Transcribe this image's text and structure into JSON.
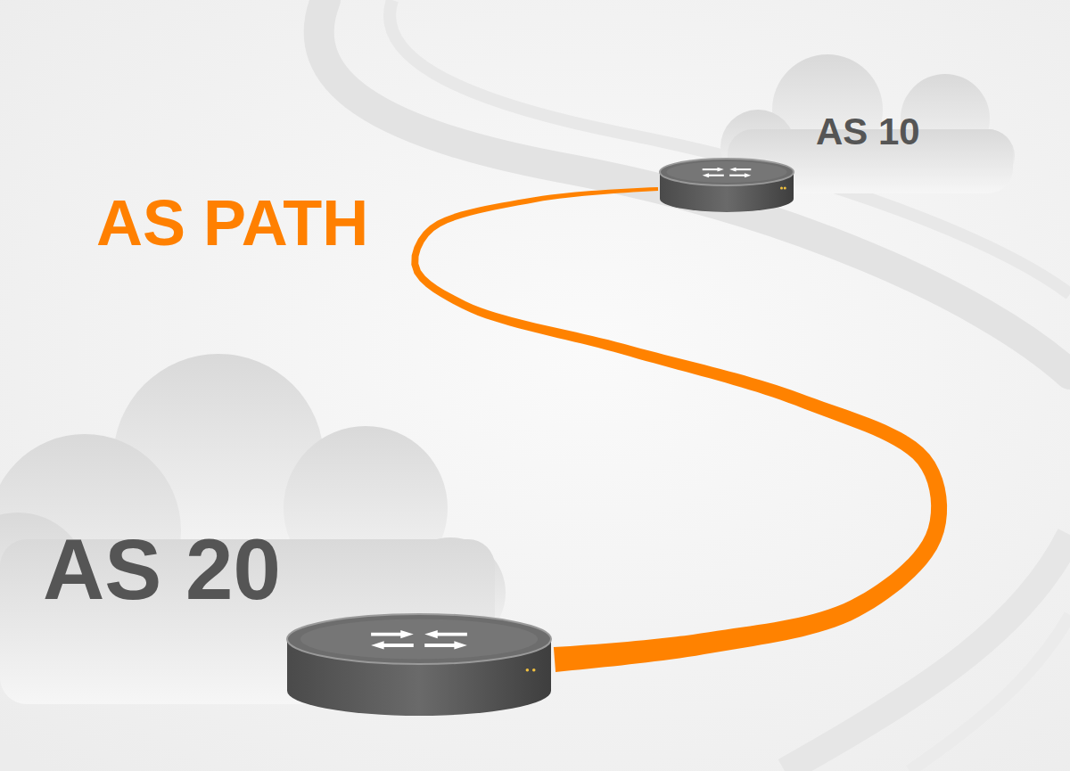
{
  "diagram": {
    "nodes": [
      {
        "text": [
          "AS 10"
        ]
      },
      {
        "text": [
          "AS 20"
        ]
      }
    ],
    "edges": [
      {
        "from": 1,
        "to": 0,
        "arrow": "none",
        "label": "AS PATH"
      }
    ]
  }
}
